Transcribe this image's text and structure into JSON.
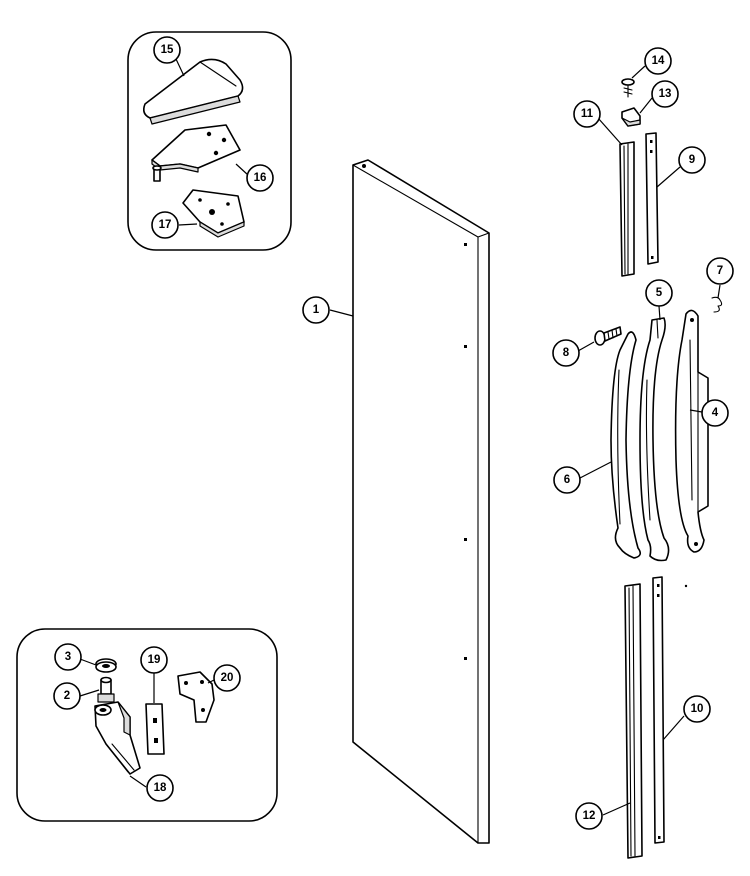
{
  "callouts": [
    {
      "id": "1",
      "label": "1"
    },
    {
      "id": "2",
      "label": "2"
    },
    {
      "id": "3",
      "label": "3"
    },
    {
      "id": "4",
      "label": "4"
    },
    {
      "id": "5",
      "label": "5"
    },
    {
      "id": "6",
      "label": "6"
    },
    {
      "id": "7",
      "label": "7"
    },
    {
      "id": "8",
      "label": "8"
    },
    {
      "id": "9",
      "label": "9"
    },
    {
      "id": "10",
      "label": "10"
    },
    {
      "id": "11",
      "label": "11"
    },
    {
      "id": "12",
      "label": "12"
    },
    {
      "id": "13",
      "label": "13"
    },
    {
      "id": "14",
      "label": "14"
    },
    {
      "id": "15",
      "label": "15"
    },
    {
      "id": "16",
      "label": "16"
    },
    {
      "id": "17",
      "label": "17"
    },
    {
      "id": "18",
      "label": "18"
    },
    {
      "id": "19",
      "label": "19"
    },
    {
      "id": "20",
      "label": "20"
    }
  ],
  "colors": {
    "line": "#000000",
    "background": "#ffffff",
    "shade": "#dcdcdc"
  }
}
